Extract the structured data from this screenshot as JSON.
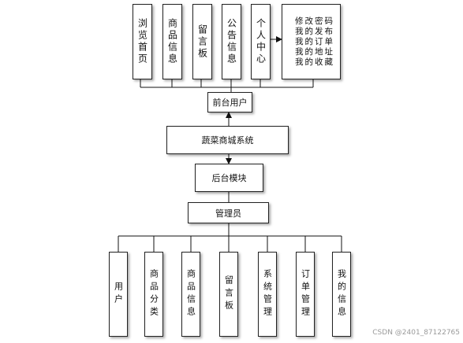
{
  "top_modules": [
    "浏览首页",
    "商品信息",
    "留言板",
    "公告信息",
    "个人中心"
  ],
  "personal_center_submenu": [
    "修改密码",
    "我的发布",
    "我的订单",
    "我的地址",
    "我的收藏"
  ],
  "front_user": "前台用户",
  "system": "蔬菜商城系统",
  "backend": "后台模块",
  "admin": "管理员",
  "bottom_modules": [
    "用户",
    "商品分类",
    "商品信息",
    "留言板",
    "系统管理",
    "订单管理",
    "我的信息"
  ],
  "watermark": "CSDN @2401_87122765"
}
